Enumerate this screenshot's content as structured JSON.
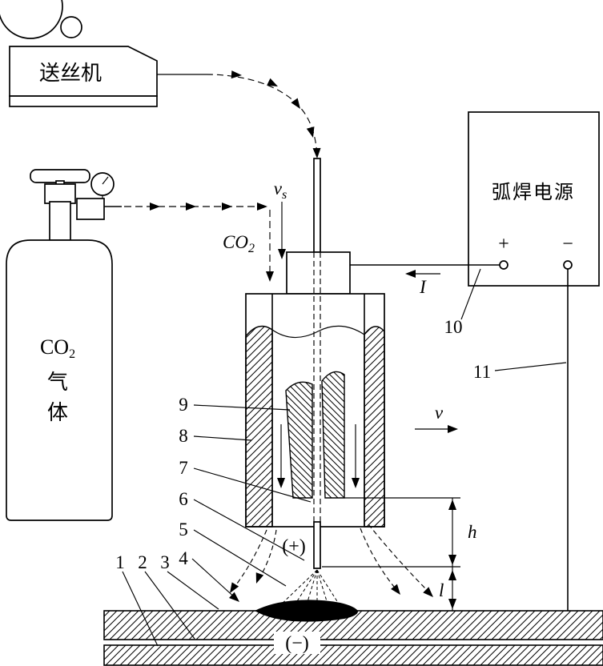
{
  "colors": {
    "ink": "#000000",
    "paper": "#ffffff"
  },
  "labels": {
    "wire_feeder": "送丝机",
    "power_source": "弧焊电源",
    "plus_terminal": "+",
    "minus_terminal": "−",
    "cyl_gas_main": "CO",
    "cyl_gas_sub": "2",
    "cyl_line2": "气",
    "cyl_line3": "体",
    "gas_main": "CO",
    "gas_sub": "2",
    "wire_speed_main": "v",
    "wire_speed_sub": "s",
    "current": "I",
    "travel_speed": "v",
    "dim_h": "h",
    "dim_l": "l",
    "electrode_polarity": "(+)",
    "work_polarity": "(−)"
  },
  "callouts": {
    "n1": "1",
    "n2": "2",
    "n3": "3",
    "n4": "4",
    "n5": "5",
    "n6": "6",
    "n7": "7",
    "n8": "8",
    "n9": "9",
    "n10": "10",
    "n11": "11"
  }
}
